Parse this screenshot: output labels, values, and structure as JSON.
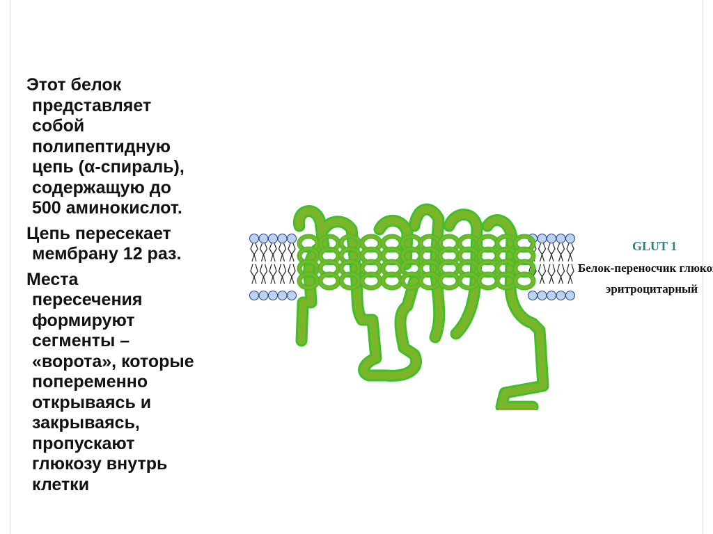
{
  "body": {
    "paragraphs": [
      {
        "lines": [
          "Этот белок",
          "представляет",
          "собой",
          "полипептидную",
          "цепь (α-спираль),",
          "содержащую до",
          "500 аминокислот."
        ]
      },
      {
        "lines": [
          "Цепь пересекает",
          "мембрану 12 раз."
        ]
      },
      {
        "lines": [
          "Места",
          "пересечения",
          "формируют",
          "сегменты –",
          "«ворота», которые",
          "попеременно",
          "открываясь и",
          "закрываясь,",
          "пропускают",
          "глюкозу внутрь",
          "клетки"
        ]
      }
    ]
  },
  "figure": {
    "caption_title": "GLUT 1",
    "caption_line1": "Белок-переносчик глюкозы",
    "caption_line2": "эритроцитарный",
    "colors": {
      "protein": "#7ab52a",
      "protein_edge": "#3fbf2a",
      "lipid_head": "#bcd3ee",
      "lipid_head_edge": "#1f3f8f",
      "lipid_tail": "#222222"
    }
  }
}
